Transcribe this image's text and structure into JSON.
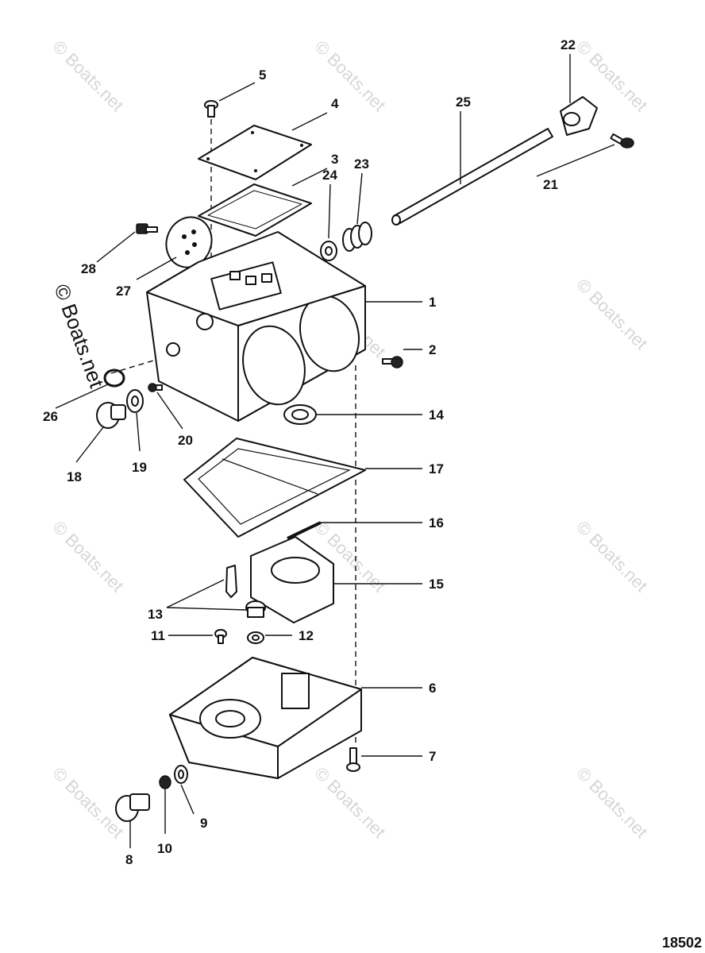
{
  "watermark": {
    "text": "© Boats.net",
    "prominent_text": "© Boats.net"
  },
  "diagram_ref": "18502",
  "callouts": [
    {
      "id": "c1",
      "label": "1"
    },
    {
      "id": "c2",
      "label": "2"
    },
    {
      "id": "c3",
      "label": "3"
    },
    {
      "id": "c4",
      "label": "4"
    },
    {
      "id": "c5",
      "label": "5"
    },
    {
      "id": "c6",
      "label": "6"
    },
    {
      "id": "c7",
      "label": "7"
    },
    {
      "id": "c8",
      "label": "8"
    },
    {
      "id": "c9",
      "label": "9"
    },
    {
      "id": "c10",
      "label": "10"
    },
    {
      "id": "c11",
      "label": "11"
    },
    {
      "id": "c12",
      "label": "12"
    },
    {
      "id": "c13",
      "label": "13"
    },
    {
      "id": "c14",
      "label": "14"
    },
    {
      "id": "c15",
      "label": "15"
    },
    {
      "id": "c16",
      "label": "16"
    },
    {
      "id": "c17",
      "label": "17"
    },
    {
      "id": "c18",
      "label": "18"
    },
    {
      "id": "c19",
      "label": "19"
    },
    {
      "id": "c20",
      "label": "20"
    },
    {
      "id": "c21",
      "label": "21"
    },
    {
      "id": "c22",
      "label": "22"
    },
    {
      "id": "c23",
      "label": "23"
    },
    {
      "id": "c24",
      "label": "24"
    },
    {
      "id": "c25",
      "label": "25"
    },
    {
      "id": "c26",
      "label": "26"
    },
    {
      "id": "c27",
      "label": "27"
    },
    {
      "id": "c28",
      "label": "28"
    }
  ]
}
